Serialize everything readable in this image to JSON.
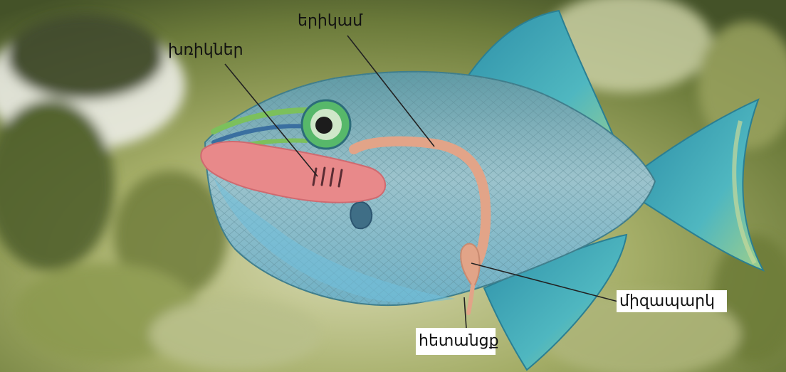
{
  "labels": {
    "gills": "խռիկներ",
    "kidney": "երիկամ",
    "bladder": "միզապարկ",
    "anus": "հետանցք"
  },
  "colors": {
    "background_foliage": "#8d9a4e",
    "fish_body": "#7fb0bd",
    "fish_fins": "#3f9aa3",
    "organ_pink": "#e8898a",
    "kidney_tan": "#e2a488",
    "leader_line": "#222222"
  }
}
